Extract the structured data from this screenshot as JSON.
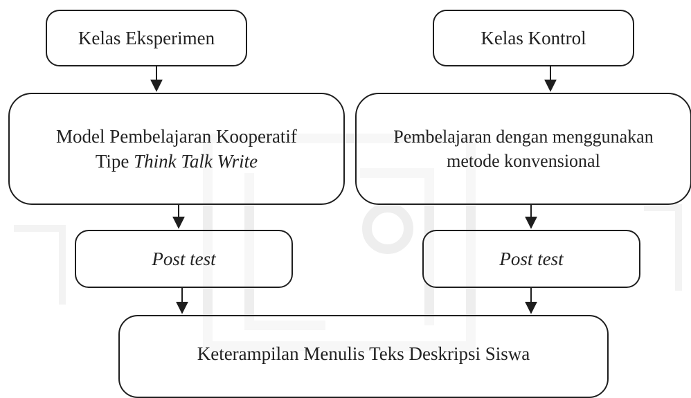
{
  "boxes": {
    "eksperimen": "Kelas Eksperimen",
    "kontrol": "Kelas Kontrol",
    "ttw_line1": "Model Pembelajaran Kooperatif",
    "ttw_line2_prefix": "Tipe ",
    "ttw_line2_italic": "Think Talk Write",
    "konv_line1": "Pembelajaran dengan menggunakan",
    "konv_line2": "metode konvensional",
    "post_left": "Post test",
    "post_right": "Post test",
    "final": "Keterampilan Menulis Teks Deskripsi Siswa"
  },
  "colors": {
    "stroke": "#1e1e1e",
    "watermark": "#eeeeee"
  }
}
